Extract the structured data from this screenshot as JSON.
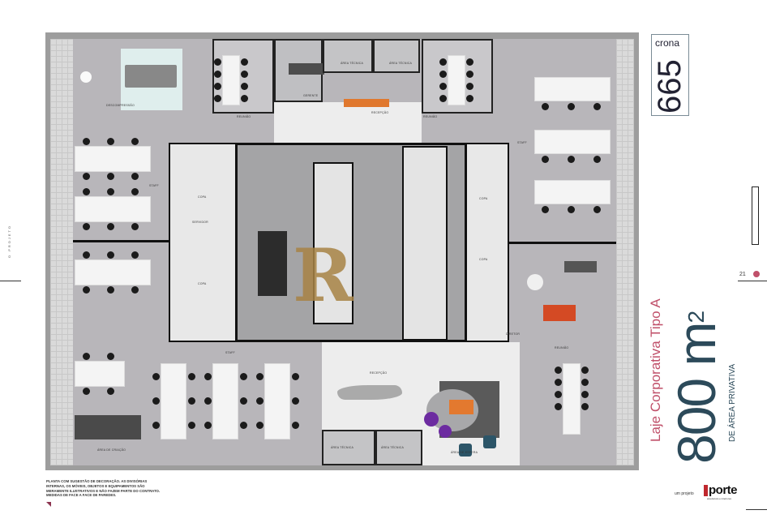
{
  "side_label": "O PROJETO",
  "logo": {
    "brand": "crona",
    "number": "665"
  },
  "page_number": "21",
  "headline": {
    "title": "Laje Corporativa Tipo A",
    "area": "800",
    "unit": "m",
    "exponent": "2",
    "subtitle": "DE ÁREA PRIVATIVA"
  },
  "note": [
    "PLANTA COM SUGESTÃO DE DECORAÇÃO. AS DIVISÓRIAS",
    "INTERNAS, OS MÓVEIS, OBJETOS E EQUIPAMENTOS SÃO",
    "MERAMENTE ILUSTRATIVOS E NÃO FAZEM PARTE DO CONTRATO.",
    "MEDIDAS DE FACE A FACE DE PAREDES."
  ],
  "credit": {
    "label": "um projeto",
    "company": "porte",
    "tagline": "arquitetura e interiores"
  },
  "plan_labels": {
    "descompressao": "DESCOMPRESSÃO",
    "reuniao_top_left": "REUNIÃO",
    "gerente": "GERENTE",
    "area_tecnica_1": "ÁREA TÉCNICA",
    "area_tecnica_2": "ÁREA TÉCNICA",
    "recepcao_top": "RECEPÇÃO",
    "reuniao_top_right": "REUNIÃO",
    "staff_left": "STAFF",
    "staff_right": "STAFF",
    "staff_bottom": "STAFF",
    "copa_1": "COPA",
    "copa_2": "COPA",
    "copa_3": "COPA",
    "copa_4": "COPA",
    "servidor": "SERVIDOR",
    "diretor": "DIRETOR",
    "reuniao_bottom_right": "REUNIÃO",
    "recepcao": "RECEPÇÃO",
    "area_espera": "ÁREA DE ESPERA",
    "area_tecnica_3": "ÁREA TÉCNICA",
    "area_tecnica_4": "ÁREA TÉCNICA",
    "area_criacao": "ÁREA DE CRIAÇÃO"
  },
  "colors": {
    "accent": "#c0506a",
    "navy": "#2c4a5a",
    "floor": "#b8b6ba"
  }
}
